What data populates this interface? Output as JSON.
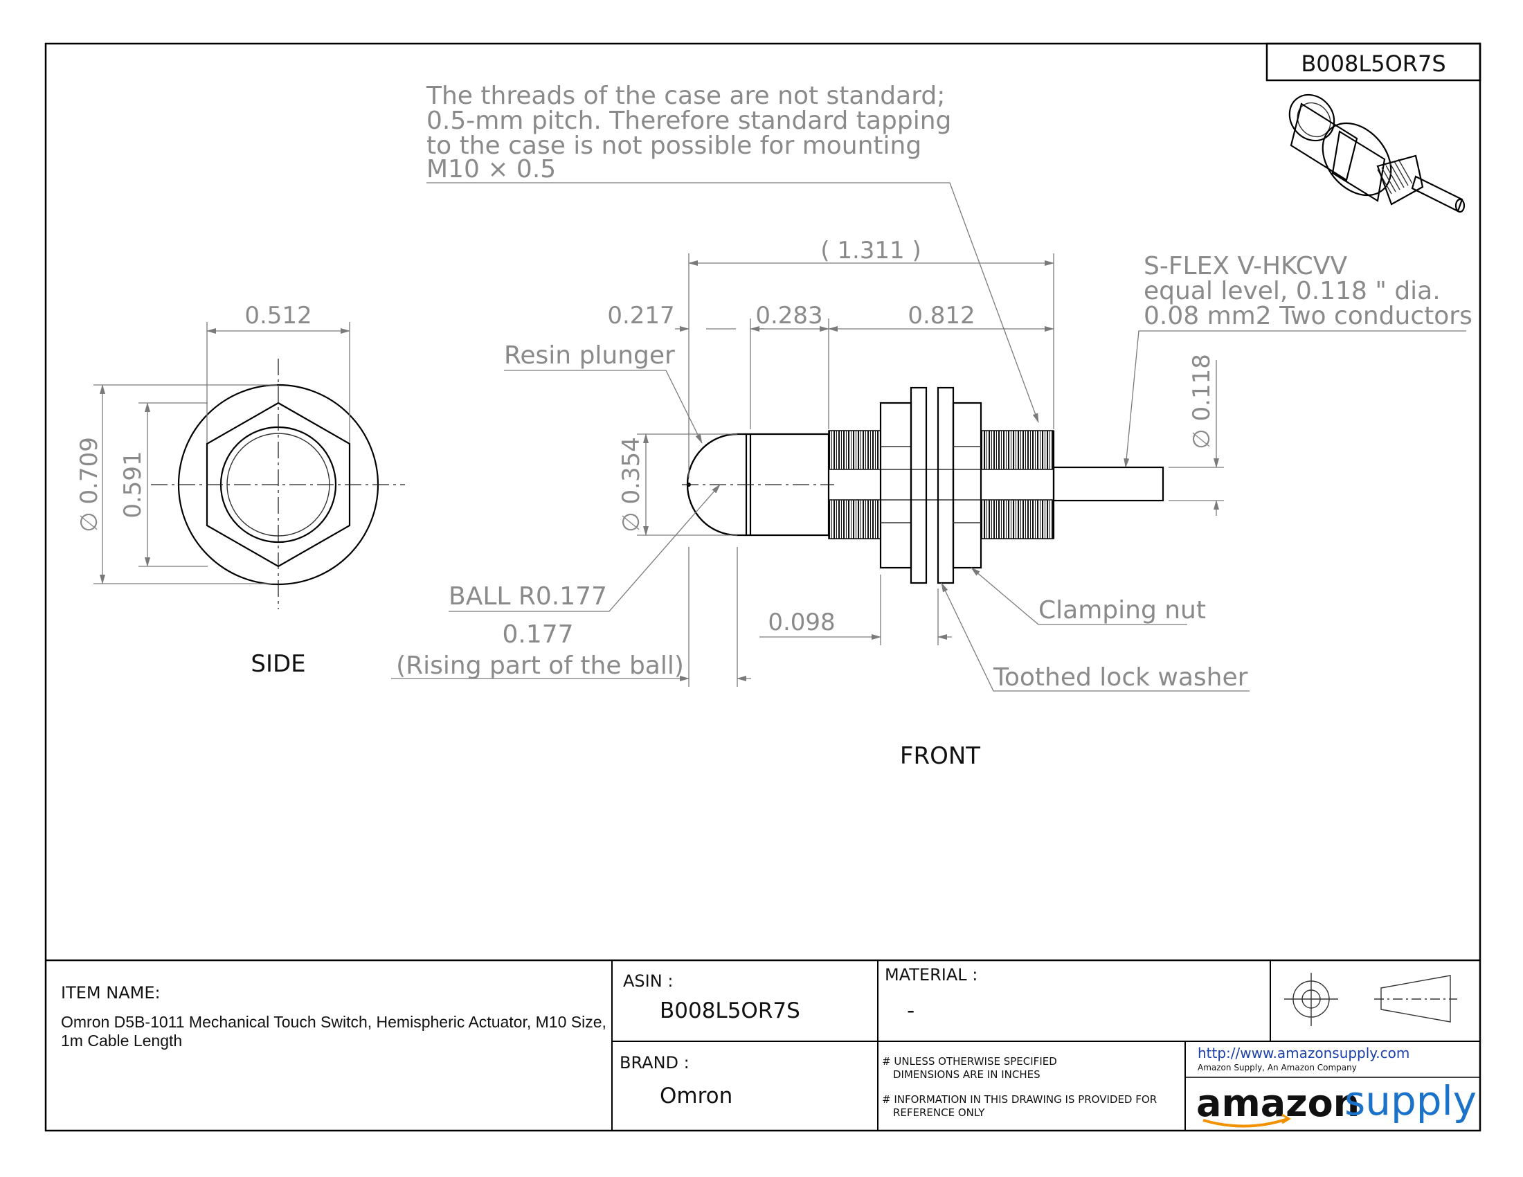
{
  "header_part_number": "B008L5OR7S",
  "notes": {
    "threads": [
      "The threads of the case are not standard;",
      "0.5-mm pitch. Therefore standard tapping",
      "to the case is not possible for mounting",
      "M10 × 0.5"
    ],
    "cable": [
      "S-FLEX V-HKCVV",
      "equal level, 0.118 \" dia.",
      "0.08 mm2 Two conductors"
    ],
    "resin_plunger": "Resin plunger",
    "ball_radius": "BALL R0.177",
    "rising_value": "0.177",
    "rising_label": "(Rising part of the ball)",
    "clamping_nut": "Clamping nut",
    "toothed_lock_washer": "Toothed lock washer"
  },
  "dimensions": {
    "overall": "( 1.311 )",
    "d_0217": "0.217",
    "d_0283": "0.283",
    "d_0812": "0.812",
    "side_width": "0.512",
    "side_dia": "∅ 0.709",
    "side_flat": "0.591",
    "plunger_dia": "∅ 0.354",
    "cable_dia": "∅ 0.118",
    "nut_gap": "0.098"
  },
  "views": {
    "side": "SIDE",
    "front": "FRONT"
  },
  "title_block": {
    "item_name_label": "ITEM NAME:",
    "item_name_line1": "Omron D5B-1011 Mechanical Touch Switch, Hemispheric Actuator, M10 Size,",
    "item_name_line2": "1m Cable Length",
    "asin_label": "ASIN :",
    "asin_value": "B008L5OR7S",
    "brand_label": "BRAND :",
    "brand_value": "Omron",
    "material_label": "MATERIAL :",
    "material_value": "-",
    "note1_line1": "# UNLESS OTHERWISE SPECIFIED",
    "note1_line2": "DIMENSIONS ARE IN INCHES",
    "note2_line1": "# INFORMATION IN THIS DRAWING IS PROVIDED FOR",
    "note2_line2": "REFERENCE ONLY",
    "url": "http://www.amazonsupply.com",
    "url_sub": "Amazon Supply, An Amazon Company",
    "logo_left": "amazon",
    "logo_right": "supply"
  },
  "colors": {
    "dimension_text": "#8a8a8a",
    "logo_blue": "#1a73c8",
    "url_blue": "#1a3fa8"
  }
}
